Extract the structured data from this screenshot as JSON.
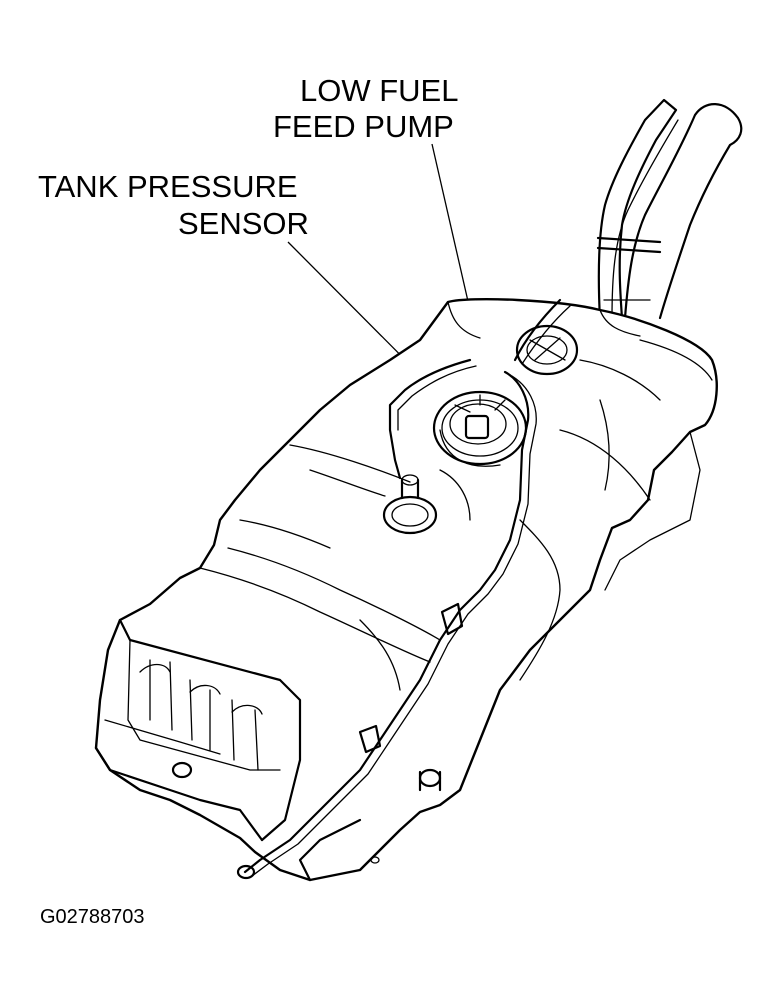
{
  "labels": {
    "low_fuel_feed_pump_line1": "LOW FUEL",
    "low_fuel_feed_pump_line2": "FEED PUMP",
    "tank_pressure_sensor_line1": "TANK PRESSURE",
    "tank_pressure_sensor_line2": "SENSOR"
  },
  "figure_code": "G02788703"
}
